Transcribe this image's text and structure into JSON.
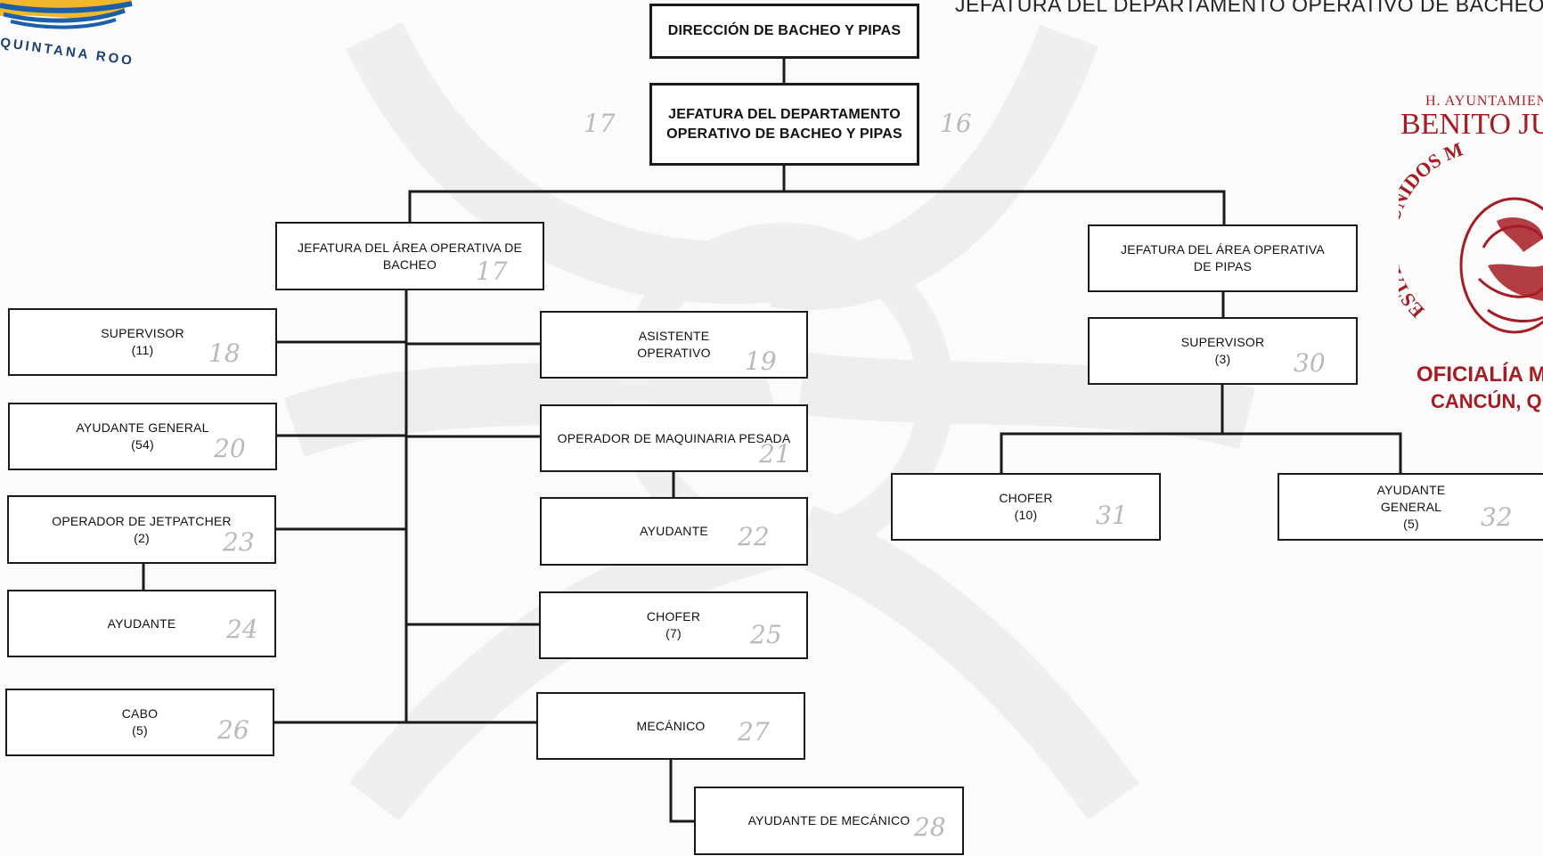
{
  "header": {
    "title": "JEFATURA DEL DEPARTAMENTO OPERATIVO DE BACHEO Y"
  },
  "logo": {
    "text": "QUINTANA ROO"
  },
  "seal": {
    "line1": "H. AYUNTAMIEN",
    "line2": "BENITO JU",
    "ring": "ESTADOS UNIDOS M",
    "line3": "OFICIALÍA M",
    "line4": "CANCÚN, Q"
  },
  "colors": {
    "seal": "#a51d24",
    "logo_blue": "#1b5fa8",
    "logo_sun": "#f1b82d",
    "watermark": "#ececec"
  },
  "org": {
    "direccion": {
      "label": "DIRECCIÓN DE BACHEO Y PIPAS"
    },
    "jefatura_depto": {
      "label": "JEFATURA DEL DEPARTAMENTO\nOPERATIVO DE BACHEO Y PIPAS"
    },
    "area_bacheo": {
      "label": "JEFATURA DEL ÁREA OPERATIVA DE\nBACHEO"
    },
    "area_pipas": {
      "label": "JEFATURA DEL ÁREA OPERATIVA\nDE PIPAS"
    },
    "supervisor_b": {
      "label": "SUPERVISOR",
      "count": "(11)"
    },
    "ayudante_general_b": {
      "label": "AYUDANTE GENERAL",
      "count": "(54)"
    },
    "operador_jetpatcher": {
      "label": "OPERADOR DE JETPATCHER",
      "count": "(2)"
    },
    "ayudante_jet": {
      "label": "AYUDANTE"
    },
    "cabo": {
      "label": "CABO",
      "count": "(5)"
    },
    "asistente": {
      "label": "ASISTENTE\nOPERATIVO"
    },
    "operador_maquinaria": {
      "label": "OPERADOR DE MAQUINARIA PESADA"
    },
    "ayudante_maq": {
      "label": "AYUDANTE"
    },
    "chofer_b": {
      "label": "CHOFER",
      "count": "(7)"
    },
    "mecanico": {
      "label": "MECÁNICO"
    },
    "ayudante_mecanico": {
      "label": "AYUDANTE DE MECÁNICO"
    },
    "supervisor_p": {
      "label": "SUPERVISOR",
      "count": "(3)"
    },
    "chofer_p": {
      "label": "CHOFER",
      "count": "(10)"
    },
    "ayudante_general_p": {
      "label": "AYUDANTE\nGENERAL",
      "count": "(5)"
    }
  },
  "handwritten": [
    "17",
    "16",
    "17",
    "18",
    "19",
    "20",
    "21",
    "22",
    "23",
    "24",
    "25",
    "26",
    "27",
    "28",
    "30",
    "31",
    "32"
  ]
}
